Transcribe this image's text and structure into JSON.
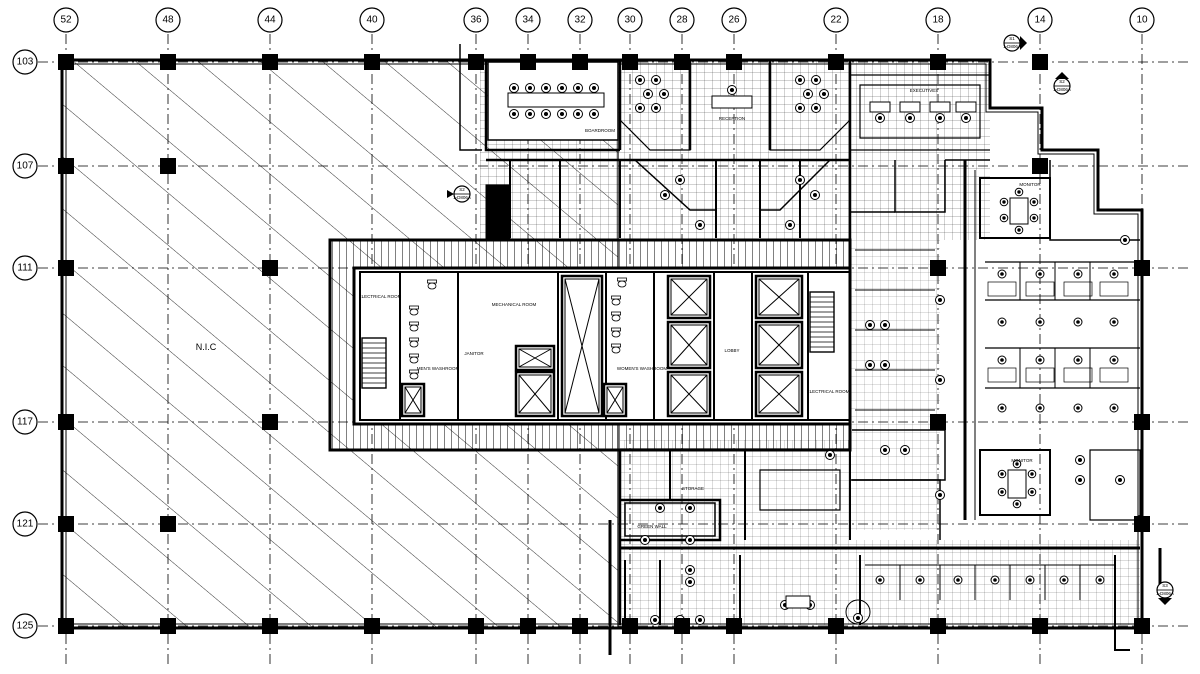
{
  "drawing": {
    "nic_label": "N.I.C",
    "column_grid": [
      "52",
      "48",
      "44",
      "40",
      "36",
      "34",
      "32",
      "30",
      "28",
      "26",
      "22",
      "18",
      "14",
      "10"
    ],
    "row_grid": [
      "103",
      "107",
      "111",
      "117",
      "121",
      "125"
    ],
    "section_marks": [
      {
        "num": "S1",
        "sheet": "1-D806A"
      },
      {
        "num": "S2",
        "sheet": "1-D806A"
      },
      {
        "num": "S2",
        "sheet": "1-D806A"
      },
      {
        "num": "S3",
        "sheet": "1-D806A"
      }
    ],
    "rooms": {
      "electrical_room_left": "ELECTRICAL ROOM",
      "mens_washroom": "MEN'S WASHROOM",
      "janitor": "JANITOR",
      "mechanical_room": "MECHANICAL ROOM",
      "womens_washroom": "WOMEN'S WASHROOM",
      "lobby": "LOBBY",
      "electrical_room_right": "ELECTRICAL ROOM",
      "boardroom": "BOARDROOM",
      "reception": "RECEPTION",
      "executives": "EXECUTIVES",
      "monitor_upper": "MONITOR",
      "monitor_lower": "MONITOR",
      "green_wall": "GREEN WALL",
      "storage": "STORAGE"
    }
  }
}
